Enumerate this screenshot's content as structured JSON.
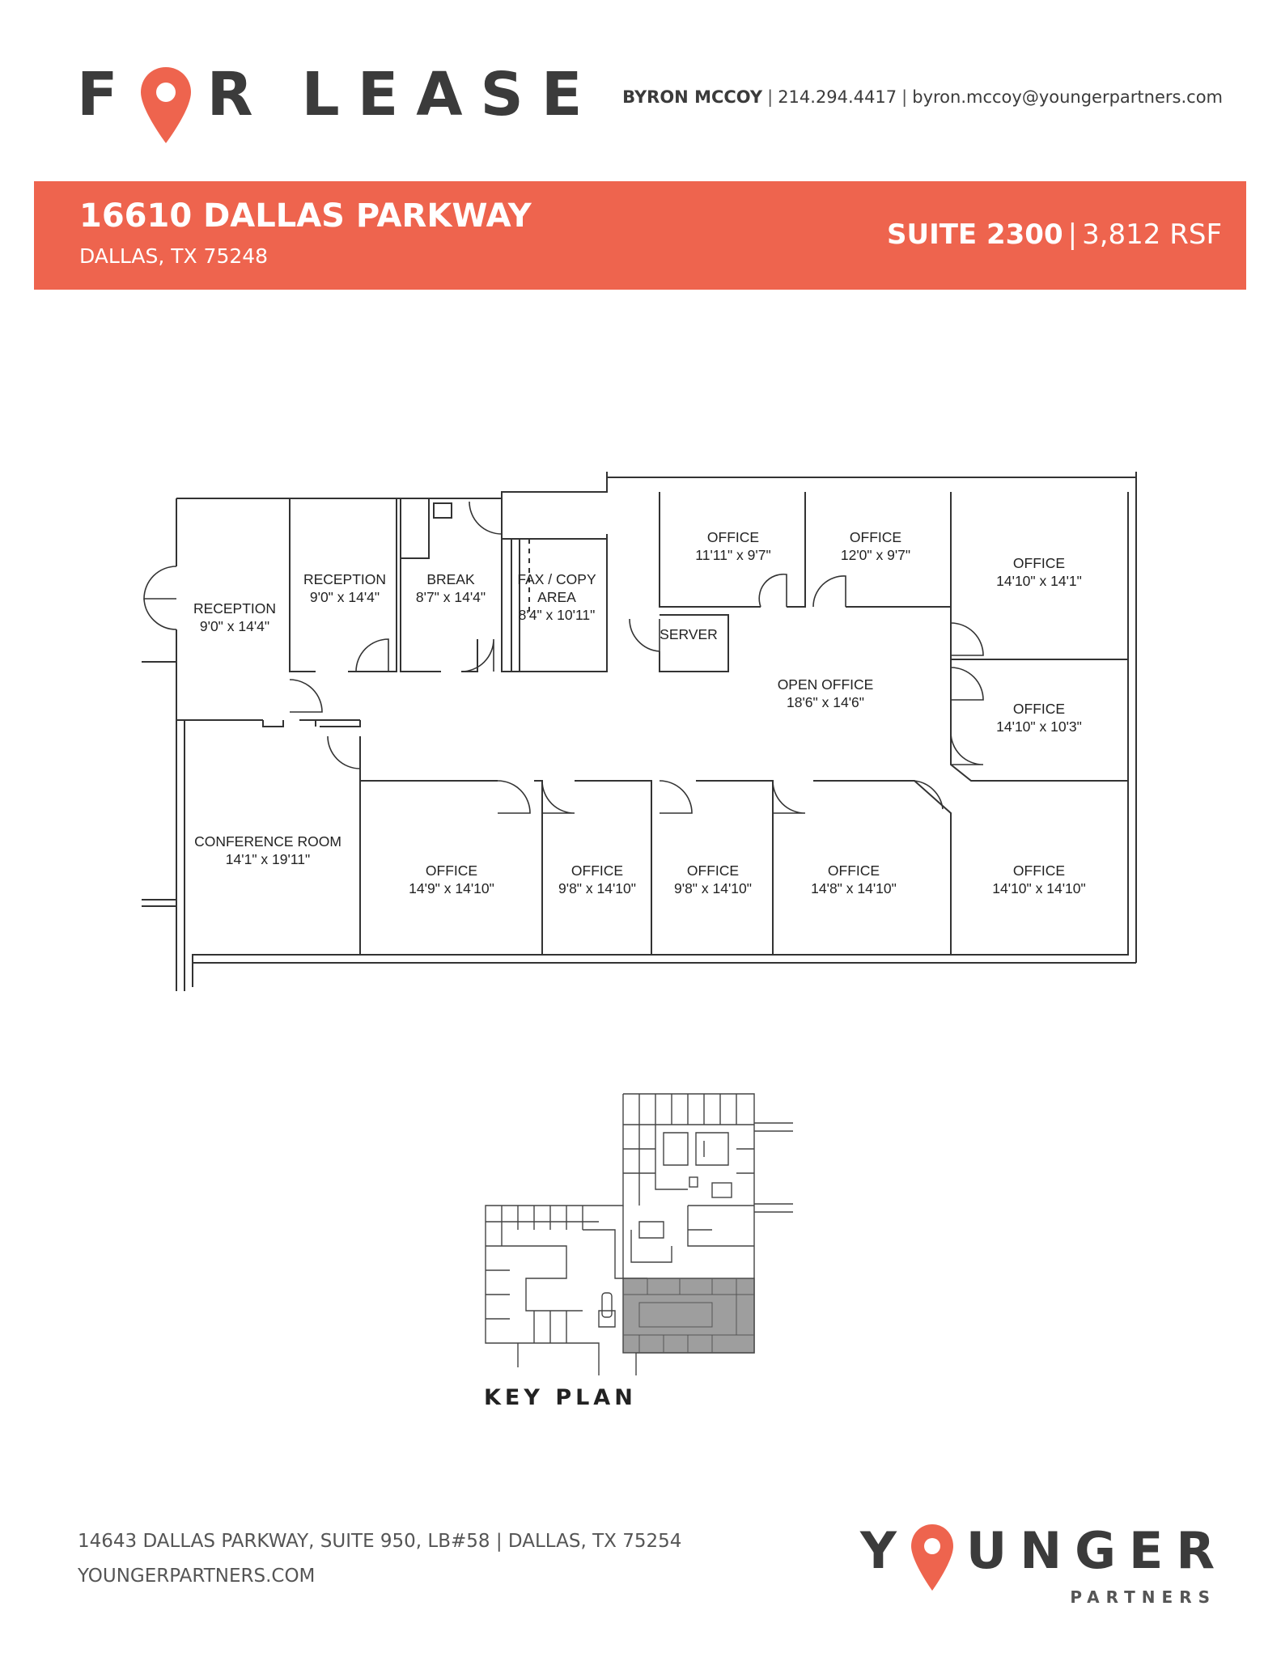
{
  "header": {
    "title_part1": "F",
    "title_part2": "R",
    "title_part3": "LEASE",
    "contact_name": "BYRON MCCOY",
    "contact_phone": "214.294.4417",
    "contact_email": "byron.mccoy@youngerpartners.com"
  },
  "banner": {
    "address": "16610 DALLAS PARKWAY",
    "city": "DALLAS, TX 75248",
    "suite": "SUITE 2300",
    "area": "3,812 RSF",
    "color": "#ee644e"
  },
  "floorplan": {
    "rooms": [
      {
        "name": "RECEPTION",
        "dims": "9'0\" x 14'4\""
      },
      {
        "name": "RECEPTION",
        "dims": "9'0\" x 14'4\""
      },
      {
        "name": "BREAK",
        "dims": "8'7\" x 14'4\""
      },
      {
        "name": "FAX / COPY",
        "name2": "AREA",
        "dims": "8'4\" x 10'11\""
      },
      {
        "name": "OFFICE",
        "dims": "11'11\" x 9'7\""
      },
      {
        "name": "OFFICE",
        "dims": "12'0\" x 9'7\""
      },
      {
        "name": "OFFICE",
        "dims": "14'10\" x 14'1\""
      },
      {
        "name": "SERVER"
      },
      {
        "name": "OPEN OFFICE",
        "dims": "18'6\" x 14'6\""
      },
      {
        "name": "OFFICE",
        "dims": "14'10\" x 10'3\""
      },
      {
        "name": "CONFERENCE ROOM",
        "dims": "14'1\" x 19'11\""
      },
      {
        "name": "OFFICE",
        "dims": "14'9\" x 14'10\""
      },
      {
        "name": "OFFICE",
        "dims": "9'8\" x 14'10\""
      },
      {
        "name": "OFFICE",
        "dims": "9'8\" x 14'10\""
      },
      {
        "name": "OFFICE",
        "dims": "14'8\" x 14'10\""
      },
      {
        "name": "OFFICE",
        "dims": "14'10\" x 14'10\""
      }
    ]
  },
  "keyplan": {
    "label": "KEY PLAN"
  },
  "footer": {
    "address": "14643 DALLAS PARKWAY, SUITE 950, LB#58 | DALLAS, TX 75254",
    "website": "YOUNGERPARTNERS.COM",
    "logo_part1": "Y",
    "logo_part2": "UNGER",
    "logo_sub": "PARTNERS"
  },
  "colors": {
    "accent": "#ee644e",
    "text": "#3b3b3b"
  }
}
